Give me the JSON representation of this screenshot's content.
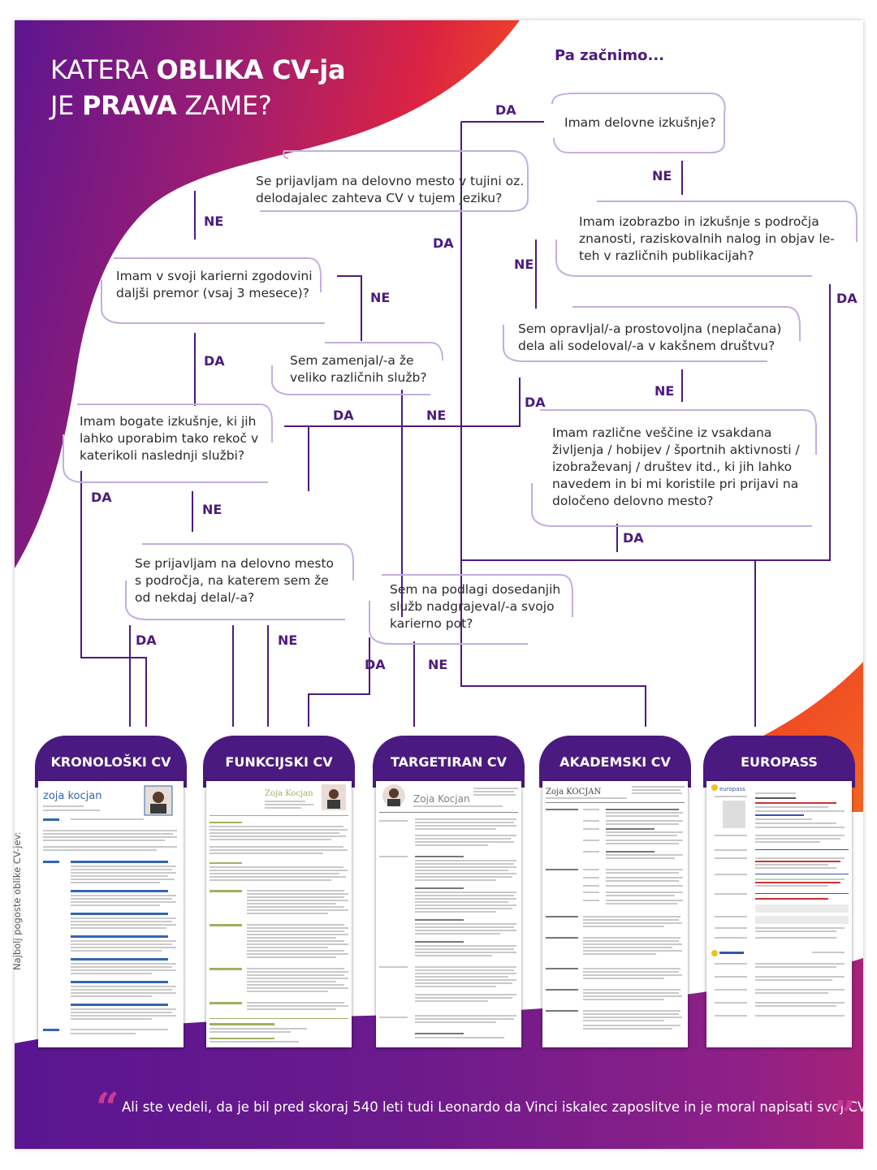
{
  "title": {
    "l1a": "KATERA ",
    "l1b": "OBLIKA CV-ja",
    "l2a": "JE ",
    "l2b": "PRAVA",
    "l2c": " ZAME?"
  },
  "start": "Pa začnimo...",
  "questions": {
    "q1": "Imam delovne izkušnje?",
    "q2": "Se prijavljam na delovno mesto v tujini oz. delodajalec zahteva CV v tujem jeziku?",
    "q3": "Imam izobrazbo in izkušnje s področja znanosti, raziskovalnih nalog in objav le-teh v različnih publikacijah?",
    "q4": "Imam v svoji karierni zgodovini daljši premor (vsaj 3 mesece)?",
    "q5": "Sem opravljal/-a prostovoljna (neplačana) dela ali sodeloval/-a v kakšnem društvu?",
    "q6": "Sem zamenjal/-a že veliko različnih služb?",
    "q7": "Imam bogate izkušnje, ki jih lahko uporabim tako rekoč v katerikoli naslednji službi?",
    "q8": "Imam različne veščine iz vsakdana življenja / hobijev / športnih aktivnosti / izobraževanj / društev itd., ki jih lahko navedem in bi mi koristile pri prijavi na določeno delovno mesto?",
    "q9": "Se prijavljam na delovno mesto s področja, na katerem sem že od nekdaj delal/-a?",
    "q10": "Sem na podlagi dosedanjih služb nadgrajeval/-a svojo karierno pot?"
  },
  "answers": {
    "a1": "DA",
    "a2": "NE",
    "a3": "NE",
    "a4": "DA",
    "a5": "NE",
    "a6": "DA",
    "a7": "NE",
    "a8": "DA",
    "a9": "DA",
    "a10": "NE",
    "a11": "DA",
    "a12": "NE",
    "a13": "DA",
    "a14": "NE",
    "a15": "DA",
    "a16": "NE",
    "a17": "DA",
    "a18": "DA",
    "a19": "NE"
  },
  "vertical_label": "Najbolj pogoste oblike CV-jev:",
  "cv_types": [
    "KRONOLOŠKI CV",
    "FUNKCIJSKI CV",
    "TARGETIRAN CV",
    "AKADEMSKI CV",
    "EUROPASS"
  ],
  "cv_names": {
    "kron": "zoja kocjan",
    "func": "Zoja Kocjan",
    "targ": "Zoja Kocjan",
    "akad": "Zoja KOCJAN",
    "euro": "europass"
  },
  "quote": "Ali ste vedeli, da je bil pred skoraj 540 leti tudi Leonardo da Vinci iskalec zaposlitve in je moral napisati svoj CV?",
  "colors": {
    "primary": "#4a1a80",
    "accent_red": "#e8232f",
    "accent_pink": "#c9399b",
    "line": "#4d1a7f",
    "bubble_border": "#c3aede"
  }
}
